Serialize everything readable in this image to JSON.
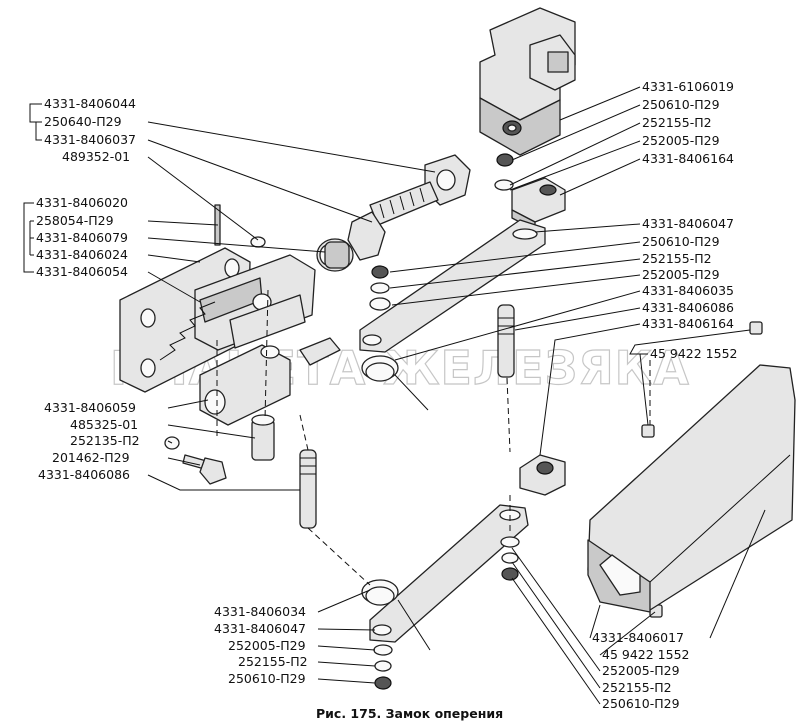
{
  "watermark": "ПЛАНЕТА ЖЕЛЕЗЯКА",
  "caption": "Рис. 175. Замок оперения",
  "labels_left": [
    "4331-8406044",
    "250640-П29",
    "4331-8406037",
    "489352-01",
    "4331-8406020",
    "258054-П29",
    "4331-8406079",
    "4331-8406024",
    "4331-8406054",
    "4331-8406059",
    "485325-01",
    "252135-П2",
    "201462-П29",
    "4331-8406086",
    "4331-8406034",
    "4331-8406047",
    "252005-П29",
    "252155-П2",
    "250610-П29"
  ],
  "labels_right": [
    "4331-6106019",
    "250610-П29",
    "252155-П2",
    "252005-П29",
    "4331-8406164",
    "4331-8406047",
    "250610-П29",
    "252155-П2",
    "252005-П29",
    "4331-8406035",
    "4331-8406086",
    "4331-8406164",
    "45 9422 1552",
    "4331-8406017",
    "45 9422 1552",
    "252005-П29",
    "252155-П2",
    "250610-П29"
  ]
}
